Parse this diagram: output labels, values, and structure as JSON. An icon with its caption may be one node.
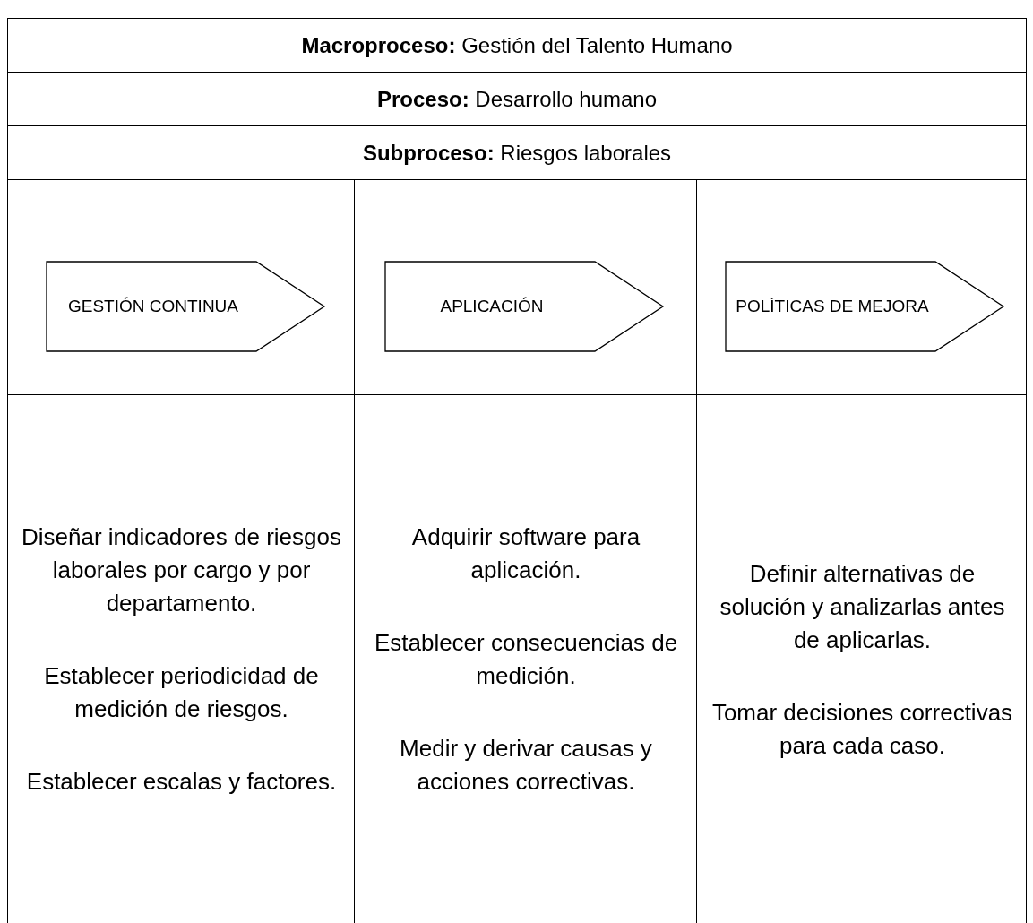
{
  "diagram": {
    "nodes": [
      {
        "text": [
          "GESTIÓN CONTINUA"
        ]
      },
      {
        "text": [
          "APLICACIÓN"
        ]
      },
      {
        "text": [
          "POLÍTICAS DE MEJORA"
        ]
      }
    ],
    "labels": [
      "**Macroproceso:** Gestión del Talento Humano",
      "**Proceso:** Desarrollo humano",
      "**Subproceso:** Riesgos laborales",
      "Diseñar indicadores de riesgos laborales por cargo y por departamento.",
      "Establecer periodicidad de medición de riesgos.",
      "Establecer escalas y factores.",
      "Adquirir software para aplicación.",
      "Establecer consecuencias de medición.",
      "Medir y derivar causas y acciones correctivas.",
      "Definir alternativas de solución y analizarlas antes de aplicarlas.",
      "Tomar decisiones correctivas para cada caso."
    ]
  }
}
